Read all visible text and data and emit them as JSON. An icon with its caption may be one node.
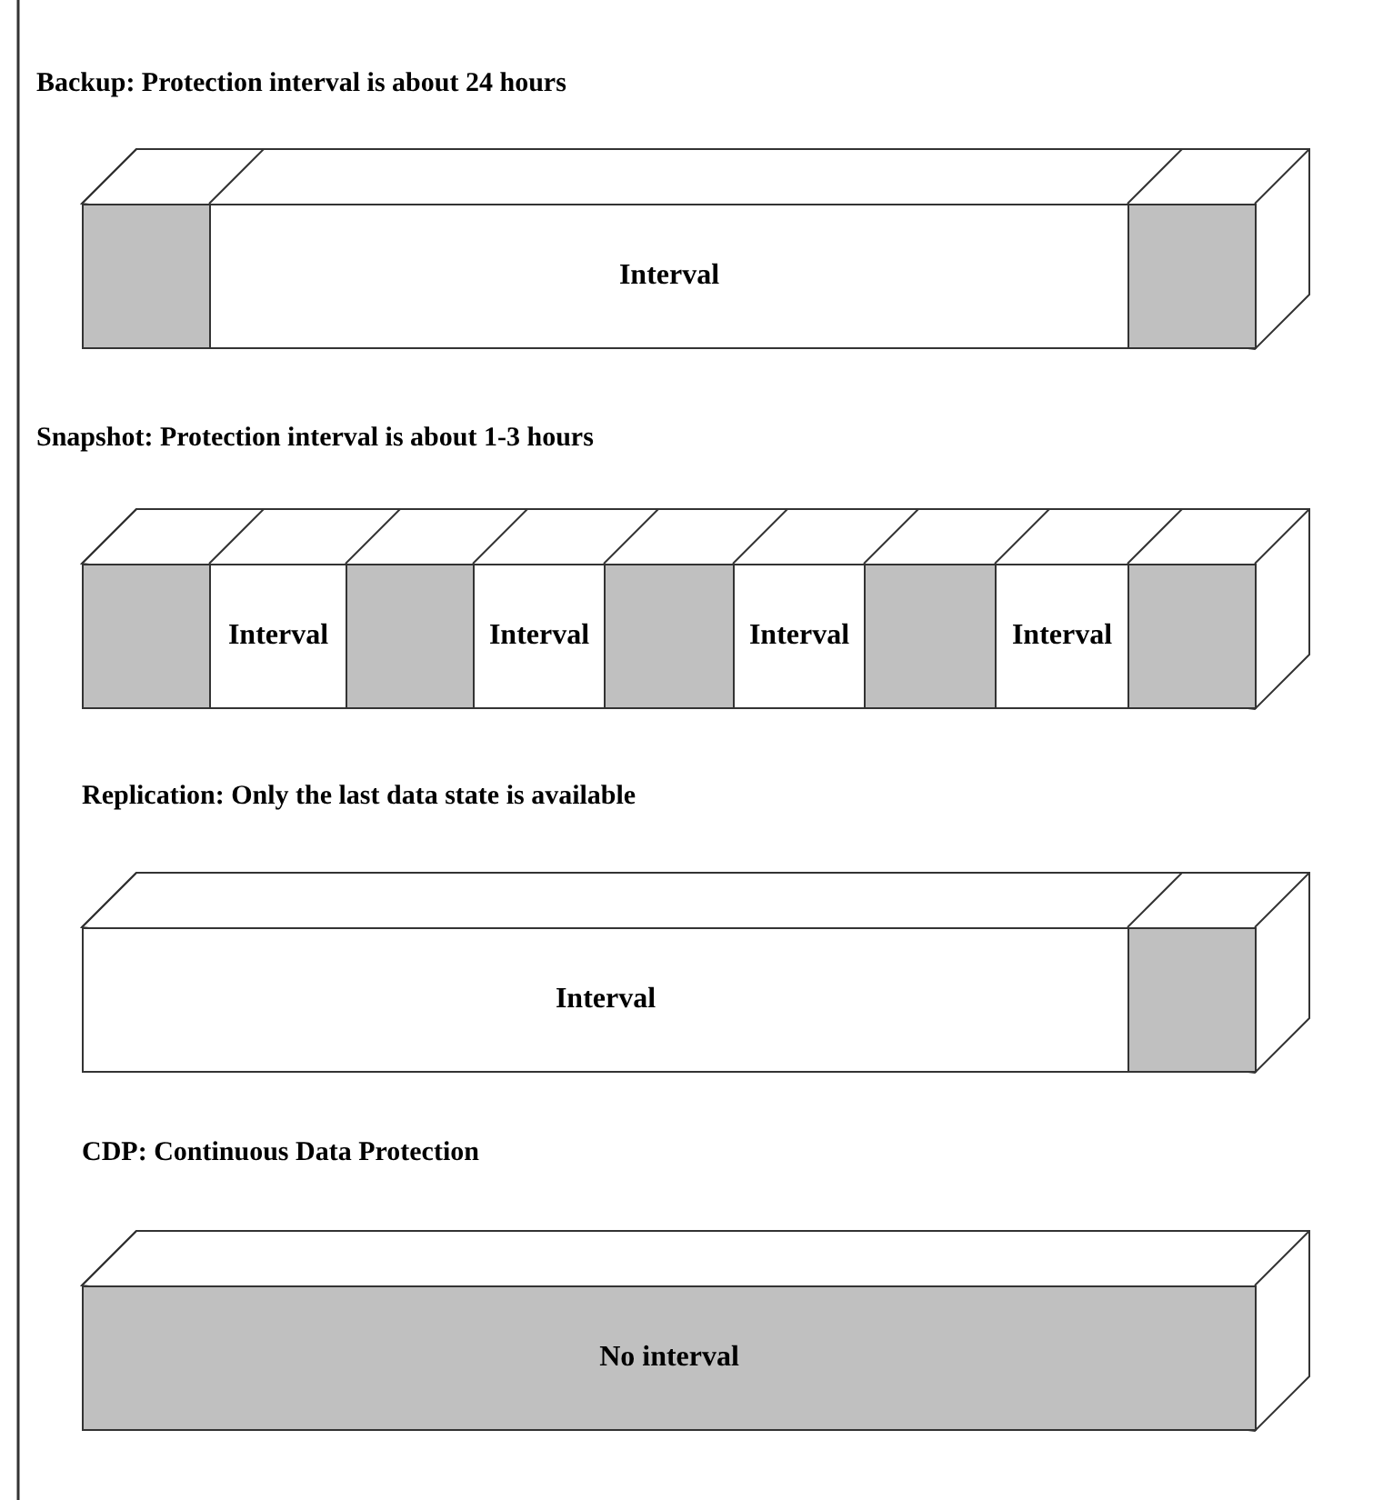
{
  "diagram": {
    "nodes": [
      {
        "text": [],
        "shape": "box"
      },
      {
        "text": [
          "Interval"
        ]
      },
      {
        "text": [],
        "shape": "box"
      },
      {
        "text": [],
        "shape": "box"
      },
      {
        "text": [
          "Interval"
        ]
      },
      {
        "text": [],
        "shape": "box"
      },
      {
        "text": [
          "Interval"
        ]
      },
      {
        "text": [],
        "shape": "box"
      },
      {
        "text": [
          "Interval"
        ]
      },
      {
        "text": [],
        "shape": "box"
      },
      {
        "text": [
          "Interval"
        ]
      },
      {
        "text": [],
        "shape": "box"
      },
      {
        "text": [
          "Interval"
        ]
      },
      {
        "text": [],
        "shape": "box"
      },
      {
        "text": [
          "No interval"
        ]
      }
    ],
    "labels": [
      "Backup: Protection interval is about 24 hours",
      "Snapshot: Protection interval is about 1-3 hours",
      "Replication: Only the last data state is available",
      "CDP: Continuous Data Protection"
    ]
  }
}
